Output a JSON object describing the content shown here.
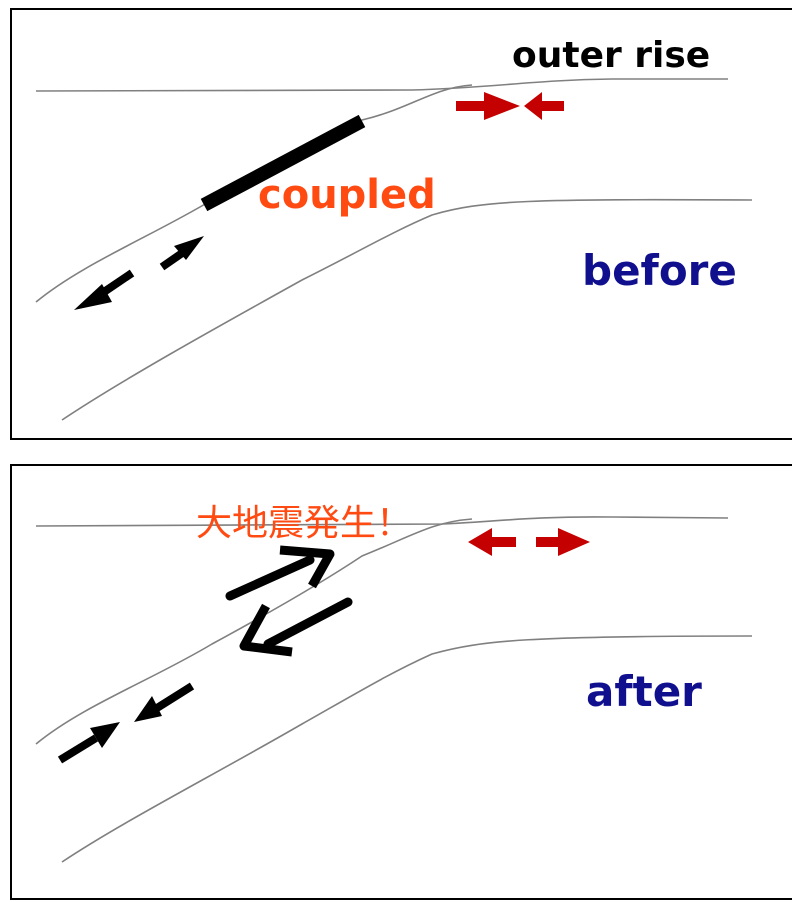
{
  "panels": {
    "before": {
      "state_label": "before",
      "outer_rise_label": "outer rise",
      "interface_label": "coupled"
    },
    "after": {
      "state_label": "after",
      "event_label": "大地震発生！"
    }
  },
  "colors": {
    "state_text": "#10108f",
    "highlight_text": "#ff4a12",
    "outer_rise_arrows": "#c40000",
    "slip_arrows": "#000000",
    "plate_lines": "#808080"
  },
  "icons": {
    "before_outer_rise_arrows": "converging-arrows-icon",
    "after_outer_rise_arrows": "diverging-arrows-icon",
    "before_slip_arrow": "double-headed-arrow-icon",
    "after_slip_arrows": "opposing-arrows-icon"
  }
}
